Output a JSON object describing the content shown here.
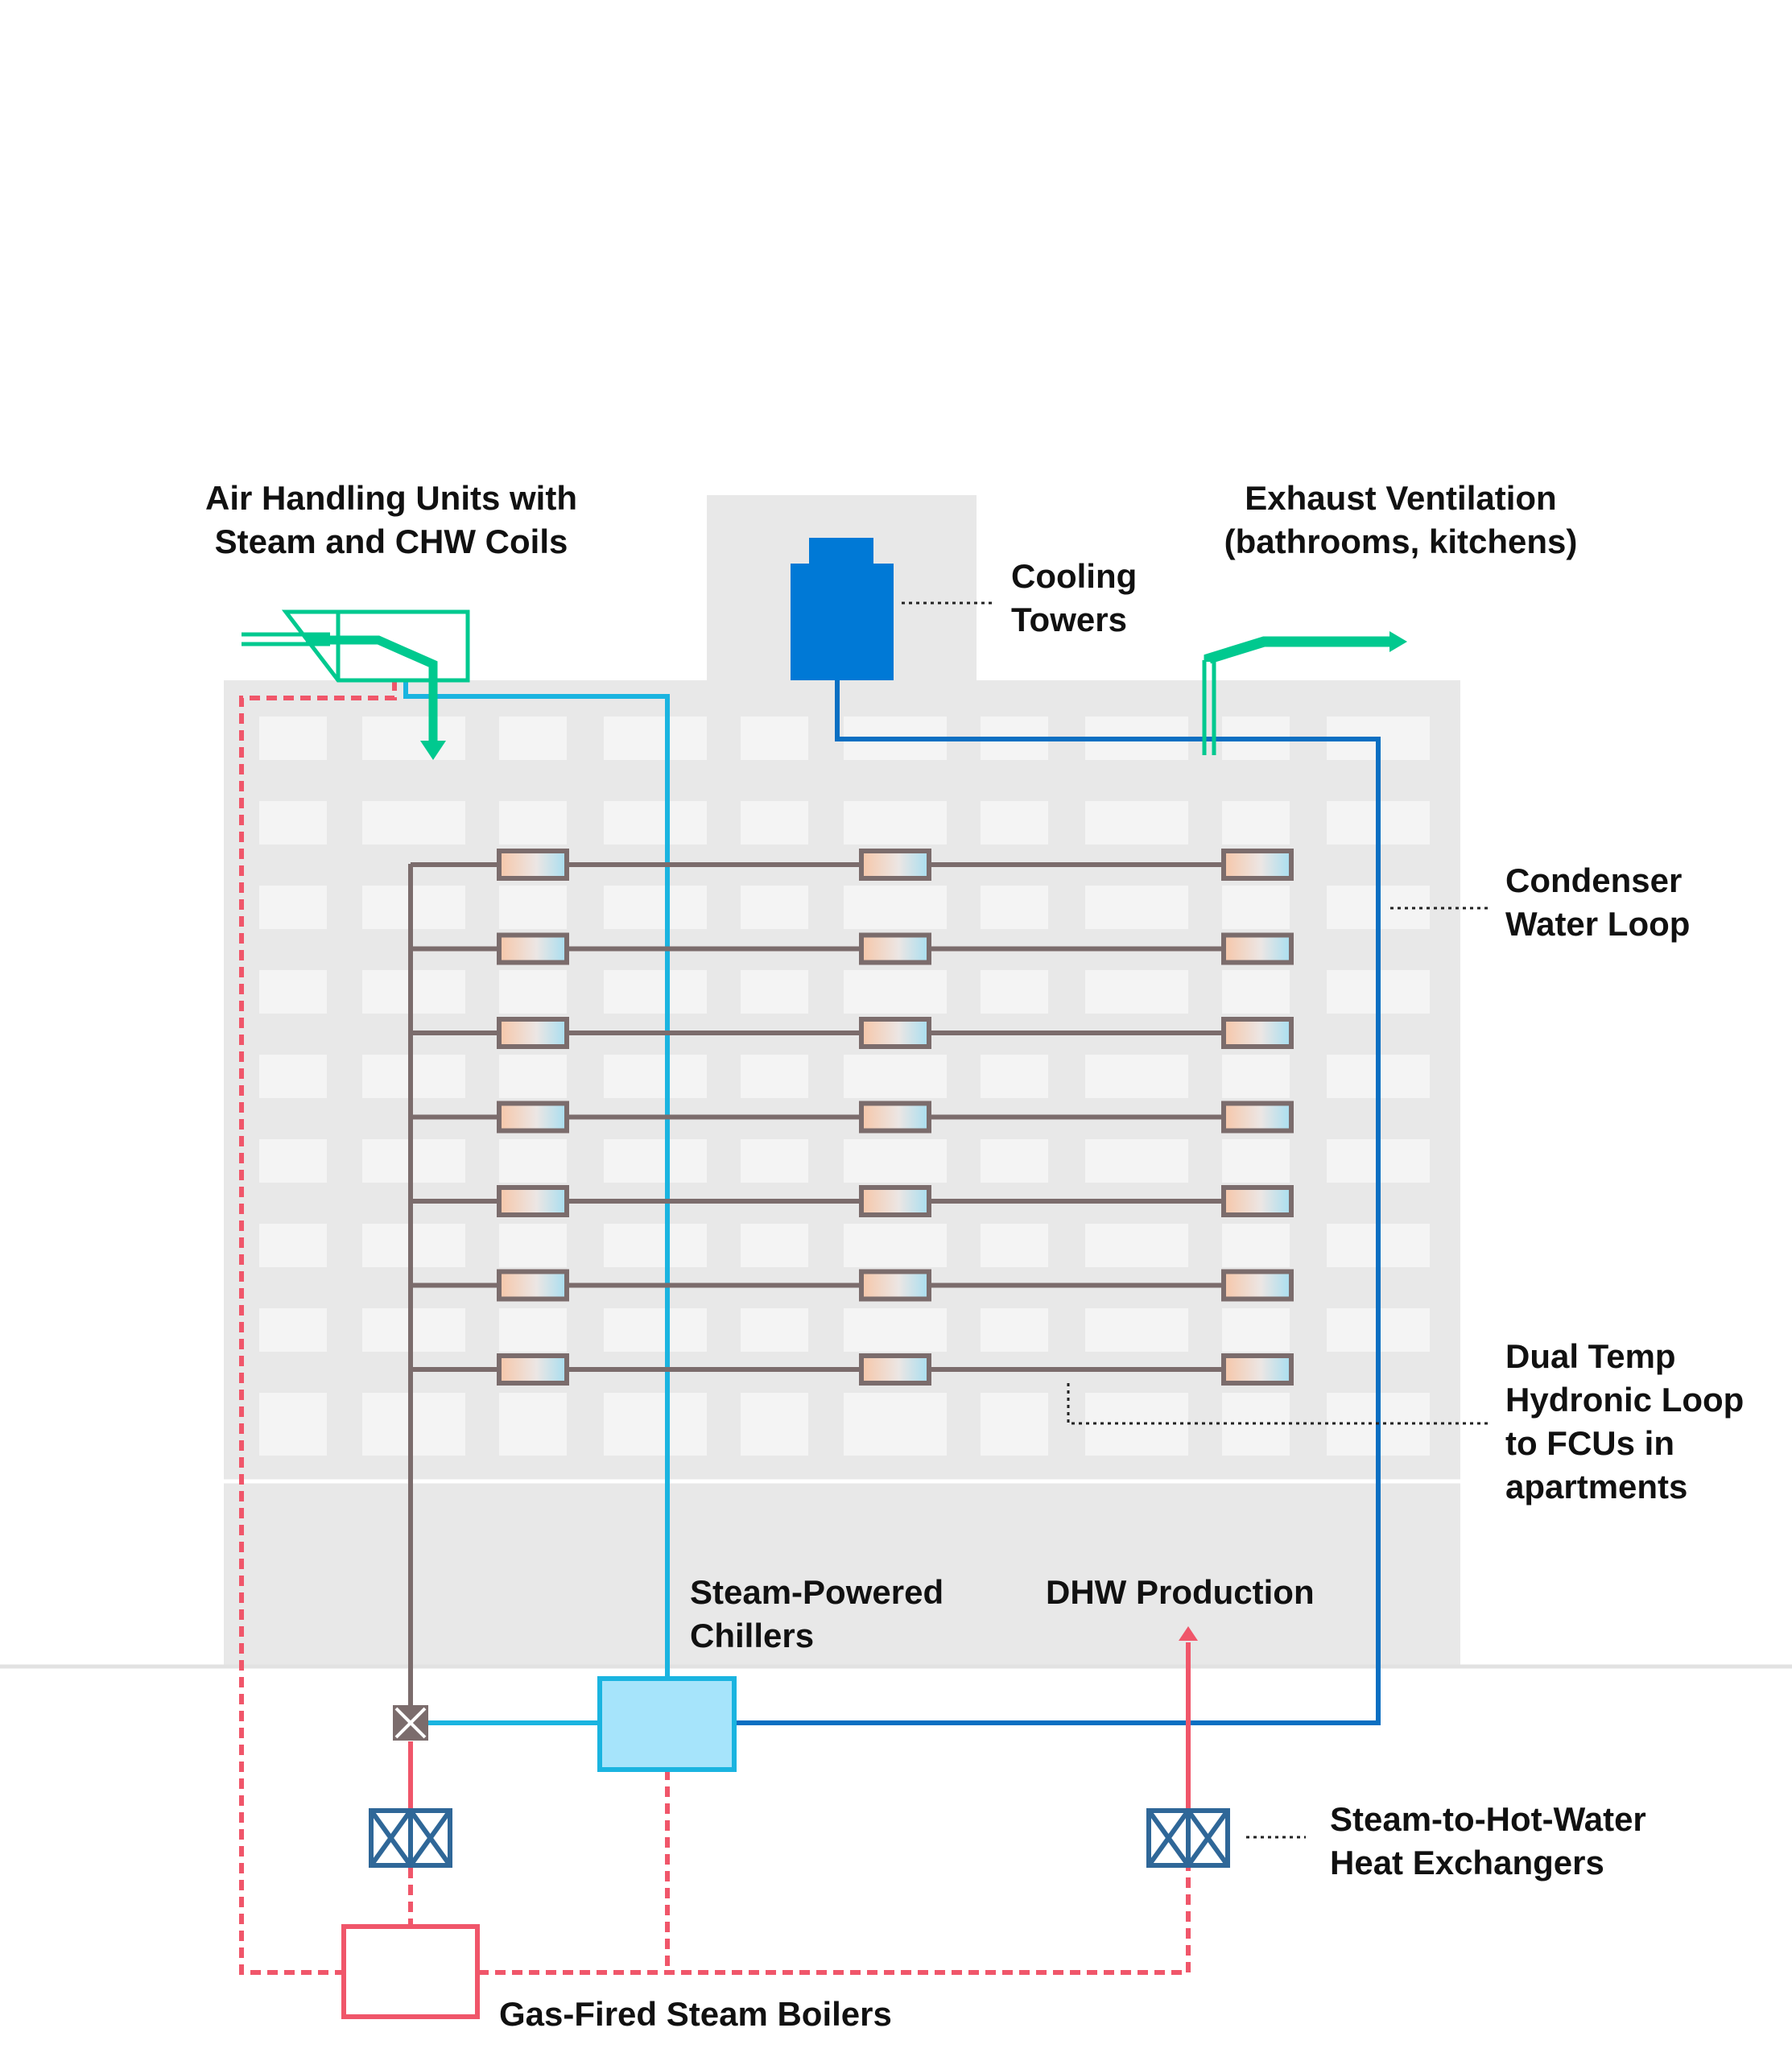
{
  "labels": {
    "ahu": [
      "Air Handling Units with",
      "Steam and CHW Coils"
    ],
    "cooling_towers": [
      "Cooling",
      "Towers"
    ],
    "exhaust": [
      "Exhaust Ventilation",
      "(bathrooms, kitchens)"
    ],
    "condenser": [
      "Condenser",
      "Water Loop"
    ],
    "dual_temp": [
      "Dual Temp",
      "Hydronic Loop",
      "to FCUs in",
      "apartments"
    ],
    "chillers": [
      "Steam-Powered",
      "Chillers"
    ],
    "dhw": "DHW Production",
    "heat_exchangers": [
      "Steam-to-Hot-Water",
      "Heat Exchangers"
    ],
    "boilers": "Gas-Fired Steam Boilers"
  },
  "colors": {
    "building": "#e8e8e8",
    "window": "#f4f4f4",
    "ventilation": "#00c98f",
    "steam": "#f0566a",
    "chilled_water": "#1ab4e0",
    "condenser_water": "#0a6fc2",
    "cooling_tower": "#0079d6",
    "chiller_fill": "#a6e4fb",
    "hydronic": "#7b6c6c",
    "heat_exchanger": "#2f6798"
  },
  "fcu_rows": 7,
  "fcu_columns": 3
}
